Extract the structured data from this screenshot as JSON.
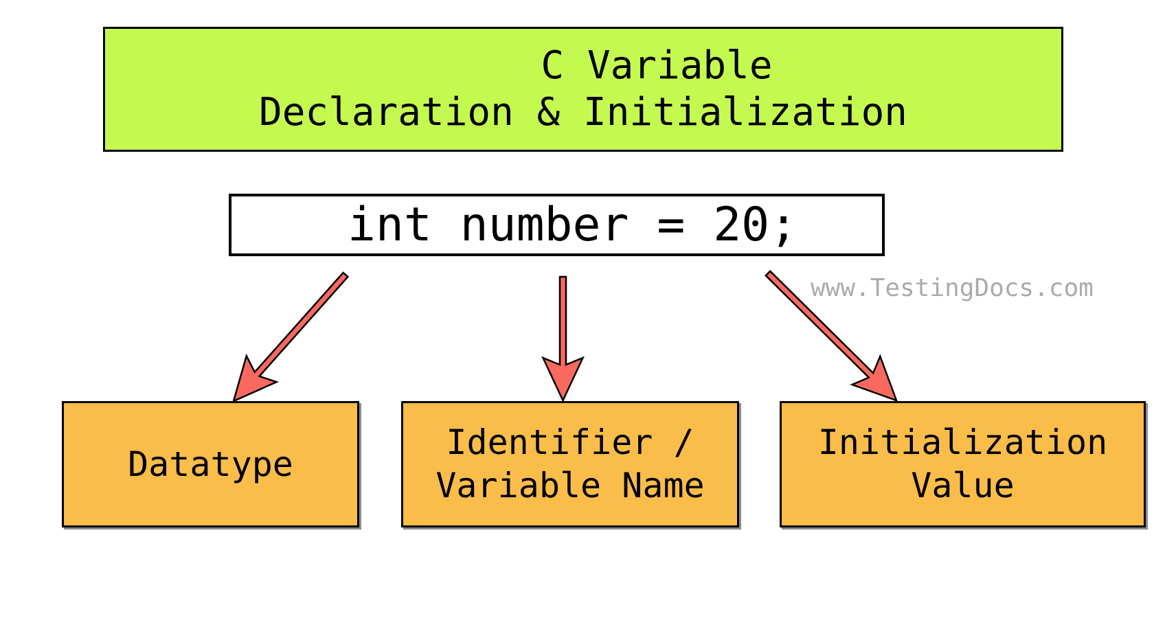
{
  "diagram": {
    "title": {
      "line1": "C Variable",
      "line2": "Declaration & Initialization"
    },
    "code": {
      "text": "int number = 20;"
    },
    "watermark": {
      "text": "www.TestingDocs.com"
    },
    "labels": [
      {
        "id": "datatype",
        "lines": [
          "Datatype"
        ]
      },
      {
        "id": "identifier",
        "lines": [
          "Identifier /",
          "Variable Name"
        ]
      },
      {
        "id": "initialization",
        "lines": [
          "Initialization",
          "Value"
        ]
      }
    ],
    "colors": {
      "title_bg": "#C4FA50",
      "label_bg": "#FBBD4A",
      "arrow_fill": "#F9695F",
      "watermark_text": "#ABABAB",
      "outline": "#000000",
      "code_bg": "#FFFFFF"
    }
  }
}
